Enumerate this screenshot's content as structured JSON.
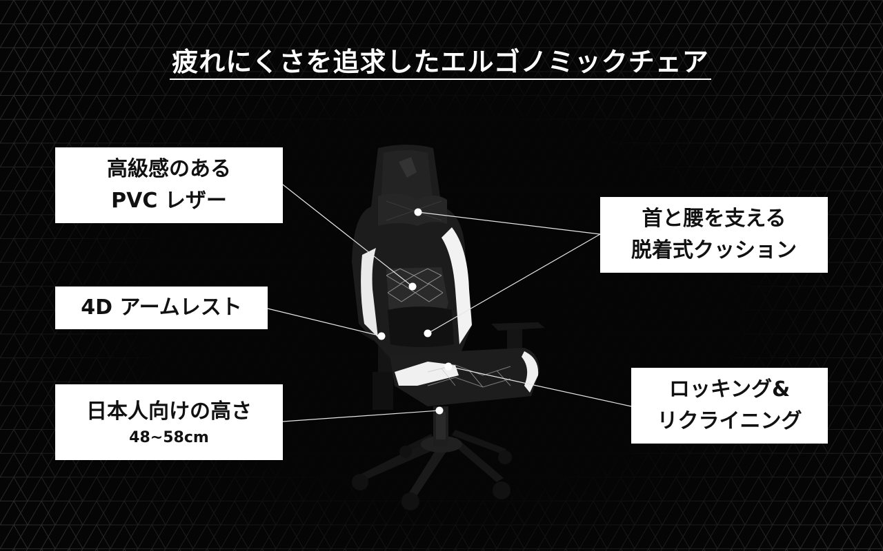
{
  "title": "疲れにくさを追求したエルゴノミックチェア",
  "callouts": {
    "leather": {
      "line1": "高級感のある",
      "line2": "PVC レザー"
    },
    "cushion": {
      "line1": "首と腰を支える",
      "line2": "脱着式クッション"
    },
    "armrest": {
      "line1": "4D アームレスト"
    },
    "rocking": {
      "line1": "ロッキング&",
      "line2": "リクライニング"
    },
    "height": {
      "line1": "日本人向けの高さ",
      "line2": "48~58cm"
    }
  },
  "colors": {
    "background": "#050505",
    "pattern": "#2a2a2a",
    "callout_bg": "#ffffff",
    "chair_black": "#1b1b1b",
    "chair_white": "#f2f2f2",
    "stitch": "#bdbdbd"
  },
  "icons": [
    "corsair-logo-icon"
  ]
}
